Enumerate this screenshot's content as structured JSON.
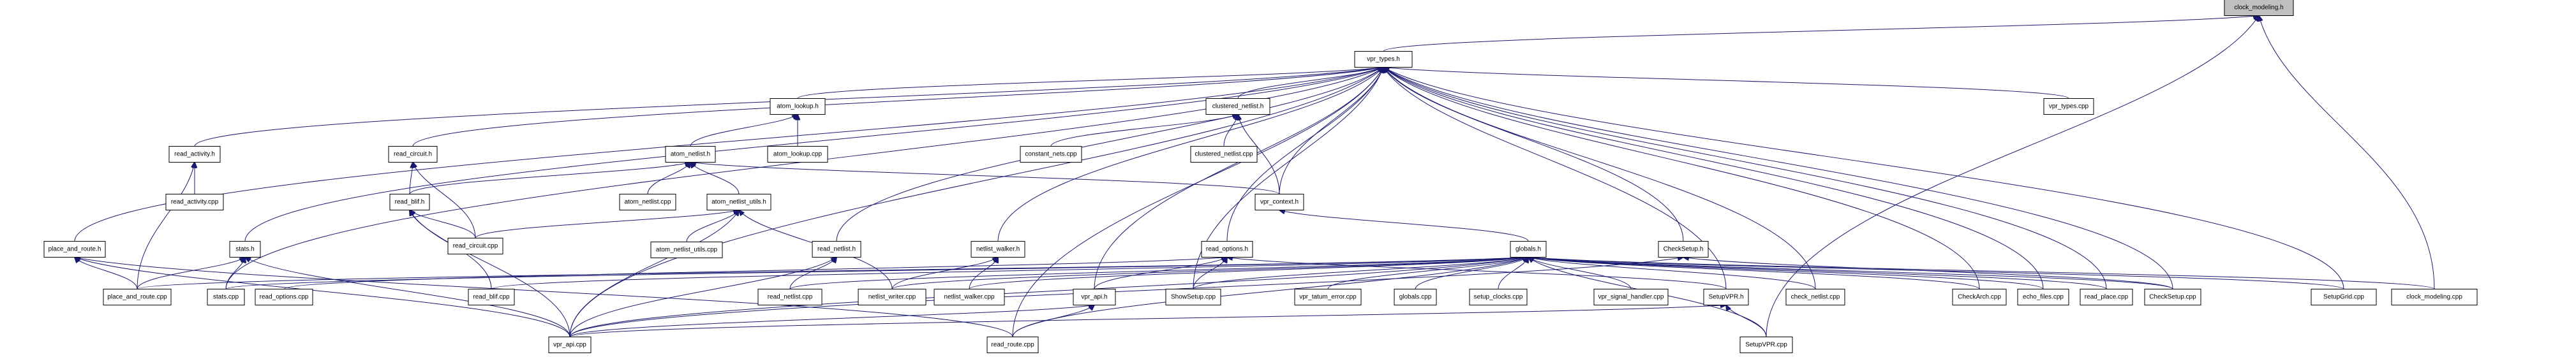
{
  "diagram": {
    "type": "include-dependency-graph",
    "title": "clock_modeling.h",
    "colors": {
      "edge": "#191970",
      "highlight_fill": "#bfbfbf",
      "node_fill": "#ffffff",
      "node_border": "#000000"
    },
    "nodes": [
      {
        "id": "clock_modeling_h",
        "label": "clock_modeling.h",
        "highlight": true
      },
      {
        "id": "vpr_types_h",
        "label": "vpr_types.h"
      },
      {
        "id": "atom_lookup_h",
        "label": "atom_lookup.h"
      },
      {
        "id": "atom_lookup_cpp",
        "label": "atom_lookup.cpp"
      },
      {
        "id": "clustered_netlist_h",
        "label": "clustered_netlist.h"
      },
      {
        "id": "constant_nets_cpp",
        "label": "constant_nets.cpp"
      },
      {
        "id": "clustered_netlist_cpp",
        "label": "clustered_netlist.cpp"
      },
      {
        "id": "vpr_types_cpp",
        "label": "vpr_types.cpp"
      },
      {
        "id": "read_activity_h",
        "label": "read_activity.h"
      },
      {
        "id": "read_activity_cpp",
        "label": "read_activity.cpp"
      },
      {
        "id": "read_circuit_h",
        "label": "read_circuit.h"
      },
      {
        "id": "atom_netlist_h",
        "label": "atom_netlist.h"
      },
      {
        "id": "read_blif_h",
        "label": "read_blif.h"
      },
      {
        "id": "read_circuit_cpp",
        "label": "read_circuit.cpp"
      },
      {
        "id": "atom_netlist_cpp",
        "label": "atom_netlist.cpp"
      },
      {
        "id": "atom_netlist_utils_h",
        "label": "atom_netlist_utils.h"
      },
      {
        "id": "atom_netlist_utils_cpp",
        "label": "atom_netlist_utils.cpp"
      },
      {
        "id": "vpr_context_h",
        "label": "vpr_context.h"
      },
      {
        "id": "globals_h",
        "label": "globals.h"
      },
      {
        "id": "place_and_route_h",
        "label": "place_and_route.h"
      },
      {
        "id": "stats_h",
        "label": "stats.h"
      },
      {
        "id": "place_and_route_cpp",
        "label": "place_and_route.cpp"
      },
      {
        "id": "stats_cpp",
        "label": "stats.cpp"
      },
      {
        "id": "read_options_cpp",
        "label": "read_options.cpp"
      },
      {
        "id": "read_blif_cpp",
        "label": "read_blif.cpp"
      },
      {
        "id": "read_netlist_h",
        "label": "read_netlist.h"
      },
      {
        "id": "read_netlist_cpp",
        "label": "read_netlist.cpp"
      },
      {
        "id": "netlist_writer_cpp",
        "label": "netlist_writer.cpp"
      },
      {
        "id": "netlist_walker_h",
        "label": "netlist_walker.h"
      },
      {
        "id": "netlist_walker_cpp",
        "label": "netlist_walker.cpp"
      },
      {
        "id": "read_options_h",
        "label": "read_options.h"
      },
      {
        "id": "vpr_api_h",
        "label": "vpr_api.h"
      },
      {
        "id": "ShowSetup_cpp",
        "label": "ShowSetup.cpp"
      },
      {
        "id": "vpr_tatum_error_cpp",
        "label": "vpr_tatum_error.cpp"
      },
      {
        "id": "globals_cpp",
        "label": "globals.cpp"
      },
      {
        "id": "setup_clocks_cpp",
        "label": "setup_clocks.cpp"
      },
      {
        "id": "vpr_signal_handler_cpp",
        "label": "vpr_signal_handler.cpp"
      },
      {
        "id": "CheckSetup_h",
        "label": "CheckSetup.h"
      },
      {
        "id": "SetupVPR_h",
        "label": "SetupVPR.h"
      },
      {
        "id": "check_netlist_cpp",
        "label": "check_netlist.cpp"
      },
      {
        "id": "CheckArch_cpp",
        "label": "CheckArch.cpp"
      },
      {
        "id": "echo_files_cpp",
        "label": "echo_files.cpp"
      },
      {
        "id": "read_place_cpp",
        "label": "read_place.cpp"
      },
      {
        "id": "CheckSetup_cpp",
        "label": "CheckSetup.cpp"
      },
      {
        "id": "SetupGrid_cpp",
        "label": "SetupGrid.cpp"
      },
      {
        "id": "clock_modeling_cpp",
        "label": "clock_modeling.cpp"
      },
      {
        "id": "vpr_api_cpp",
        "label": "vpr_api.cpp"
      },
      {
        "id": "read_route_cpp",
        "label": "read_route.cpp"
      },
      {
        "id": "SetupVPR_cpp",
        "label": "SetupVPR.cpp"
      }
    ],
    "edges": [
      [
        "vpr_types_h",
        "clock_modeling_h"
      ],
      [
        "SetupVPR_cpp",
        "clock_modeling_h"
      ],
      [
        "clock_modeling_cpp",
        "clock_modeling_h"
      ],
      [
        "atom_lookup_h",
        "vpr_types_h"
      ],
      [
        "atom_lookup_cpp",
        "atom_lookup_h"
      ],
      [
        "atom_netlist_h",
        "atom_lookup_h"
      ],
      [
        "clustered_netlist_h",
        "vpr_types_h"
      ],
      [
        "constant_nets_cpp",
        "clustered_netlist_h"
      ],
      [
        "clustered_netlist_cpp",
        "clustered_netlist_h"
      ],
      [
        "vpr_context_h",
        "clustered_netlist_h"
      ],
      [
        "vpr_types_cpp",
        "vpr_types_h"
      ],
      [
        "read_activity_h",
        "vpr_types_h"
      ],
      [
        "read_activity_cpp",
        "read_activity_h"
      ],
      [
        "place_and_route_cpp",
        "read_activity_h"
      ],
      [
        "read_circuit_h",
        "vpr_types_h"
      ],
      [
        "read_blif_h",
        "read_circuit_h"
      ],
      [
        "read_circuit_cpp",
        "read_circuit_h"
      ],
      [
        "read_blif_h",
        "atom_netlist_h"
      ],
      [
        "read_blif_cpp",
        "read_blif_h"
      ],
      [
        "read_circuit_cpp",
        "read_blif_h"
      ],
      [
        "vpr_api_cpp",
        "read_blif_h"
      ],
      [
        "atom_netlist_cpp",
        "atom_netlist_h"
      ],
      [
        "atom_netlist_utils_h",
        "atom_netlist_h"
      ],
      [
        "atom_netlist_utils_cpp",
        "atom_netlist_utils_h"
      ],
      [
        "read_circuit_cpp",
        "atom_netlist_utils_h"
      ],
      [
        "vpr_api_cpp",
        "atom_netlist_utils_h"
      ],
      [
        "netlist_writer_cpp",
        "atom_netlist_utils_h"
      ],
      [
        "vpr_context_h",
        "atom_netlist_h"
      ],
      [
        "vpr_context_h",
        "vpr_types_h"
      ],
      [
        "globals_h",
        "vpr_context_h"
      ],
      [
        "place_and_route_h",
        "vpr_types_h"
      ],
      [
        "place_and_route_cpp",
        "place_and_route_h"
      ],
      [
        "vpr_api_cpp",
        "place_and_route_h"
      ],
      [
        "read_route_cpp",
        "place_and_route_h"
      ],
      [
        "stats_h",
        "vpr_types_h"
      ],
      [
        "place_and_route_cpp",
        "stats_h"
      ],
      [
        "stats_cpp",
        "stats_h"
      ],
      [
        "vpr_api_cpp",
        "stats_h"
      ],
      [
        "read_netlist_h",
        "vpr_types_h"
      ],
      [
        "read_netlist_cpp",
        "read_netlist_h"
      ],
      [
        "vpr_api_cpp",
        "read_netlist_h"
      ],
      [
        "netlist_walker_h",
        "vpr_types_h"
      ],
      [
        "netlist_walker_cpp",
        "netlist_walker_h"
      ],
      [
        "netlist_writer_cpp",
        "netlist_walker_h"
      ],
      [
        "read_options_h",
        "vpr_types_h"
      ],
      [
        "read_options_cpp",
        "read_options_h"
      ],
      [
        "ShowSetup_cpp",
        "read_options_h"
      ],
      [
        "vpr_api_h",
        "read_options_h"
      ],
      [
        "SetupVPR_h",
        "read_options_h"
      ],
      [
        "vpr_api_h",
        "vpr_types_h"
      ],
      [
        "vpr_api_cpp",
        "vpr_api_h"
      ],
      [
        "read_route_cpp",
        "vpr_api_h"
      ],
      [
        "ShowSetup_cpp",
        "globals_h"
      ],
      [
        "vpr_tatum_error_cpp",
        "globals_h"
      ],
      [
        "globals_cpp",
        "globals_h"
      ],
      [
        "setup_clocks_cpp",
        "globals_h"
      ],
      [
        "vpr_signal_handler_cpp",
        "globals_h"
      ],
      [
        "check_netlist_cpp",
        "globals_h"
      ],
      [
        "CheckArch_cpp",
        "globals_h"
      ],
      [
        "echo_files_cpp",
        "globals_h"
      ],
      [
        "read_place_cpp",
        "globals_h"
      ],
      [
        "CheckSetup_cpp",
        "globals_h"
      ],
      [
        "SetupGrid_cpp",
        "globals_h"
      ],
      [
        "clock_modeling_cpp",
        "globals_h"
      ],
      [
        "SetupVPR_cpp",
        "globals_h"
      ],
      [
        "vpr_api_cpp",
        "globals_h"
      ],
      [
        "read_route_cpp",
        "globals_h"
      ],
      [
        "stats_cpp",
        "globals_h"
      ],
      [
        "place_and_route_cpp",
        "globals_h"
      ],
      [
        "read_netlist_cpp",
        "globals_h"
      ],
      [
        "netlist_writer_cpp",
        "globals_h"
      ],
      [
        "netlist_walker_cpp",
        "globals_h"
      ],
      [
        "read_blif_cpp",
        "globals_h"
      ],
      [
        "CheckSetup_h",
        "vpr_types_h"
      ],
      [
        "CheckSetup_cpp",
        "CheckSetup_h"
      ],
      [
        "vpr_api_cpp",
        "CheckSetup_h"
      ],
      [
        "SetupVPR_h",
        "vpr_types_h"
      ],
      [
        "SetupVPR_cpp",
        "SetupVPR_h"
      ],
      [
        "vpr_api_cpp",
        "SetupVPR_h"
      ],
      [
        "check_netlist_cpp",
        "vpr_types_h"
      ],
      [
        "CheckArch_cpp",
        "vpr_types_h"
      ],
      [
        "echo_files_cpp",
        "vpr_types_h"
      ],
      [
        "read_place_cpp",
        "vpr_types_h"
      ],
      [
        "CheckSetup_cpp",
        "vpr_types_h"
      ],
      [
        "SetupGrid_cpp",
        "vpr_types_h"
      ],
      [
        "ShowSetup_cpp",
        "vpr_types_h"
      ],
      [
        "read_route_cpp",
        "vpr_types_h"
      ],
      [
        "stats_cpp",
        "vpr_types_h"
      ],
      [
        "vpr_api_cpp",
        "vpr_types_h"
      ]
    ]
  }
}
